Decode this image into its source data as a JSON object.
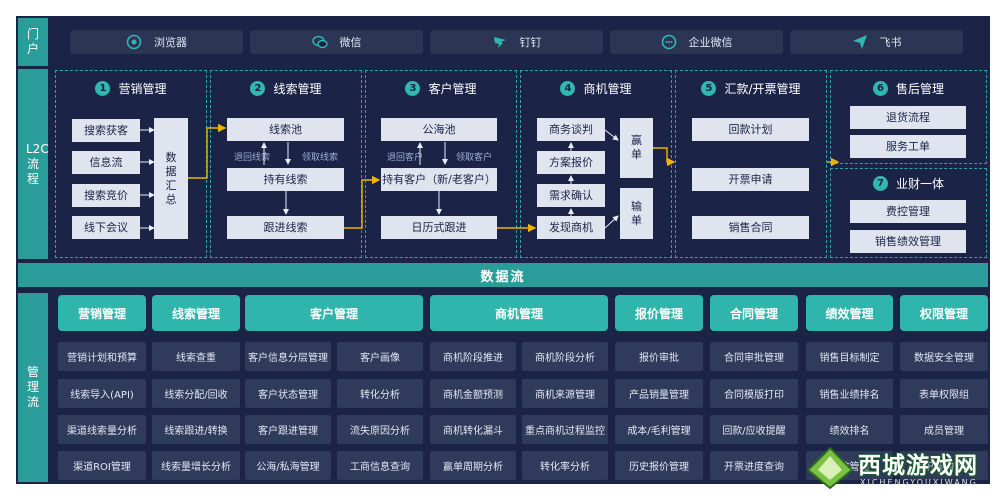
{
  "sections": {
    "portal": "门户",
    "l2c": "L2C流程",
    "mgmt": "管理流"
  },
  "portals": [
    {
      "label": "浏览器",
      "icon": "browser-icon"
    },
    {
      "label": "微信",
      "icon": "wechat-icon"
    },
    {
      "label": "钉钉",
      "icon": "dingtalk-icon"
    },
    {
      "label": "企业微信",
      "icon": "wecom-icon"
    },
    {
      "label": "飞书",
      "icon": "feishu-icon"
    }
  ],
  "flow": {
    "marketing": {
      "num": "1",
      "title": "营销管理",
      "items": [
        "搜索获客",
        "信息流",
        "搜索竞价",
        "线下会议"
      ],
      "summary": "数据汇总"
    },
    "leads": {
      "num": "2",
      "title": "线索管理",
      "pool": "线索池",
      "hold": "持有线索",
      "follow": "跟进线索",
      "return_note": "退回线索",
      "claim_note": "领取线索"
    },
    "customers": {
      "num": "3",
      "title": "客户管理",
      "pool": "公海池",
      "hold": "持有客户（新/老客户）",
      "calendar": "日历式跟进",
      "return_note": "退回客户",
      "claim_note": "领取客户"
    },
    "opportunity": {
      "num": "4",
      "title": "商机管理",
      "steps": [
        "商务谈判",
        "方案报价",
        "需求确认",
        "发现商机"
      ],
      "win": "赢单",
      "lose": "输单"
    },
    "invoice": {
      "num": "5",
      "title": "汇款/开票管理",
      "items": [
        "回款计划",
        "开票申请",
        "销售合同"
      ]
    },
    "aftersales": {
      "num": "6",
      "title": "售后管理",
      "items": [
        "退货流程",
        "服务工单"
      ]
    },
    "finance": {
      "num": "7",
      "title": "业财一体",
      "items": [
        "费控管理",
        "销售绩效管理"
      ]
    }
  },
  "data_stream": "数据流",
  "management": [
    {
      "title": "营销管理",
      "cells": [
        "营销计划和预算",
        "线索导入(API)",
        "渠道线索量分析",
        "渠道ROI管理"
      ]
    },
    {
      "title": "线索管理",
      "cells": [
        "线索查重",
        "线索分配/回收",
        "线索跟进/转换",
        "线索量增长分析"
      ]
    },
    {
      "title": "客户管理",
      "cells": [
        "客户信息分层管理",
        "客户画像",
        "客户状态管理",
        "转化分析",
        "客户跟进管理",
        "流失原因分析",
        "公海/私海管理",
        "工商信息查询"
      ]
    },
    {
      "title": "商机管理",
      "cells": [
        "商机阶段推进",
        "商机阶段分析",
        "商机金额预测",
        "商机来源管理",
        "商机转化漏斗",
        "重点商机过程监控",
        "赢单周期分析",
        "转化率分析"
      ]
    },
    {
      "title": "报价管理",
      "cells": [
        "报价审批",
        "产品销量管理",
        "成本/毛利管理",
        "历史报价管理"
      ]
    },
    {
      "title": "合同管理",
      "cells": [
        "合同审批管理",
        "合同模版打印",
        "回款/应收提醒",
        "开票进度查询"
      ]
    },
    {
      "title": "绩效管理",
      "cells": [
        "销售目标制定",
        "销售业绩排名",
        "绩效排名",
        "绩效管理"
      ]
    },
    {
      "title": "权限管理",
      "cells": [
        "数据安全管理",
        "表单权限组",
        "成员管理",
        "组织架构管理"
      ]
    }
  ],
  "watermark": {
    "title": "西城游戏网",
    "subtitle": "XICHENGYOUXIWANG"
  }
}
